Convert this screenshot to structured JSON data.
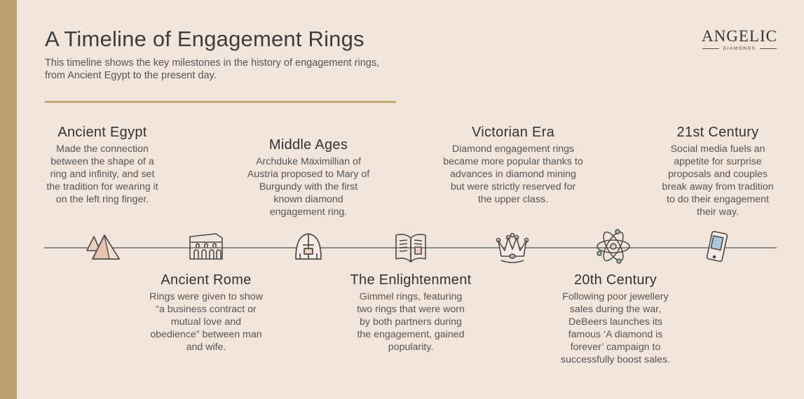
{
  "header": {
    "title": "A Timeline of Engagement Rings",
    "subtitle": "This timeline shows the key milestones in the history of engagement rings, from Ancient Egypt to the present day."
  },
  "logo": {
    "main": "ANGELIC",
    "sub": "DIAMONDS"
  },
  "colors": {
    "background": "#f2e5dc",
    "accent_gold": "#b9a06d",
    "text": "#4a4a4a"
  },
  "events": [
    {
      "title": "Ancient Egypt",
      "text": "Made the connection between the shape of a ring and infinity, and set the tradition for wearing it on the left ring finger.",
      "icon": "pyramids-icon"
    },
    {
      "title": "Ancient Rome",
      "text": "Rings were given to show “a business contract or mutual love and obedience” between man and wife.",
      "icon": "colosseum-icon"
    },
    {
      "title": "Middle Ages",
      "text": "Archduke Maximillian of Austria proposed to Mary of Burgundy with the first known diamond engagement ring.",
      "icon": "knight-helmet-icon"
    },
    {
      "title": "The Enlightenment",
      "text": "Gimmel rings, featuring two rings that were worn by both partners during the engagement, gained popularity.",
      "icon": "open-book-icon"
    },
    {
      "title": "Victorian Era",
      "text": "Diamond engagement rings became more popular thanks to advances in diamond mining but were strictly reserved for the upper class.",
      "icon": "crown-icon"
    },
    {
      "title": "20th Century",
      "text": "Following poor jewellery sales during the war, DeBeers launches its famous ‘A diamond is forever’ campaign to successfully boost sales.",
      "icon": "atom-icon"
    },
    {
      "title": "21st Century",
      "text": "Social media fuels an appetite for surprise proposals and couples break away from tradition to do their engagement their way.",
      "icon": "smartphone-icon"
    }
  ]
}
